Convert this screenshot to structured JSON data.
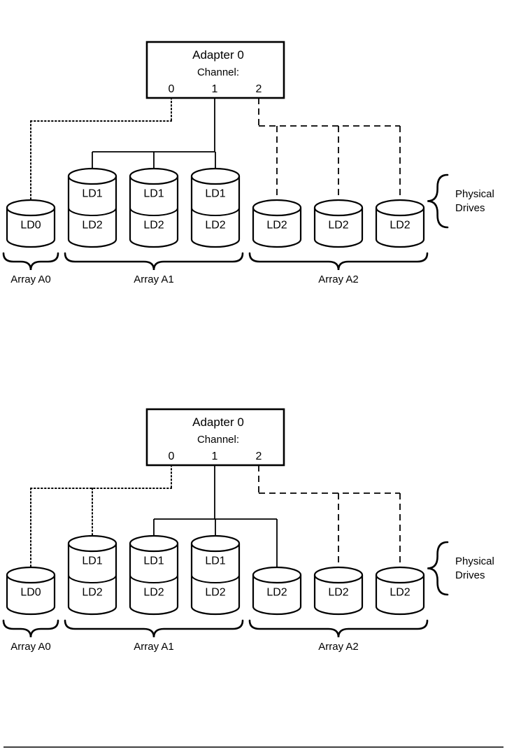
{
  "page": {
    "background": "#ffffff",
    "ink": "#000000",
    "footer_rule": true
  },
  "labels": {
    "physical_drives_line1": "Physical",
    "physical_drives_line2": "Drives"
  },
  "diagrams": [
    {
      "id": "diagram-top",
      "adapter": {
        "title": "Adapter 0",
        "subtitle": "Channel:",
        "channels": [
          "0",
          "1",
          "2"
        ]
      },
      "drives": [
        {
          "index": 0,
          "type": "single",
          "segments": [
            "LD0"
          ],
          "channel": "0"
        },
        {
          "index": 1,
          "type": "stacked",
          "segments": [
            "LD1",
            "LD2"
          ],
          "channel": "1"
        },
        {
          "index": 2,
          "type": "stacked",
          "segments": [
            "LD1",
            "LD2"
          ],
          "channel": "1"
        },
        {
          "index": 3,
          "type": "stacked",
          "segments": [
            "LD1",
            "LD2"
          ],
          "channel": "1"
        },
        {
          "index": 4,
          "type": "single",
          "segments": [
            "LD2"
          ],
          "channel": "2"
        },
        {
          "index": 5,
          "type": "single",
          "segments": [
            "LD2"
          ],
          "channel": "2"
        },
        {
          "index": 6,
          "type": "single",
          "segments": [
            "LD2"
          ],
          "channel": "2"
        }
      ],
      "arrays": [
        {
          "name": "Array A0",
          "drives": [
            0
          ]
        },
        {
          "name": "Array A1",
          "drives": [
            1,
            2,
            3
          ]
        },
        {
          "name": "Array A2",
          "drives": [
            4,
            5,
            6
          ]
        }
      ]
    },
    {
      "id": "diagram-bottom",
      "adapter": {
        "title": "Adapter 0",
        "subtitle": "Channel:",
        "channels": [
          "0",
          "1",
          "2"
        ]
      },
      "drives": [
        {
          "index": 0,
          "type": "single",
          "segments": [
            "LD0"
          ],
          "channel": "0"
        },
        {
          "index": 1,
          "type": "stacked",
          "segments": [
            "LD1",
            "LD2"
          ],
          "channel": "0"
        },
        {
          "index": 2,
          "type": "stacked",
          "segments": [
            "LD1",
            "LD2"
          ],
          "channel": "1"
        },
        {
          "index": 3,
          "type": "stacked",
          "segments": [
            "LD1",
            "LD2"
          ],
          "channel": "1"
        },
        {
          "index": 4,
          "type": "single",
          "segments": [
            "LD2"
          ],
          "channel": "1"
        },
        {
          "index": 5,
          "type": "single",
          "segments": [
            "LD2"
          ],
          "channel": "2"
        },
        {
          "index": 6,
          "type": "single",
          "segments": [
            "LD2"
          ],
          "channel": "2"
        }
      ],
      "arrays": [
        {
          "name": "Array A0",
          "drives": [
            0
          ]
        },
        {
          "name": "Array A1",
          "drives": [
            1,
            2,
            3
          ]
        },
        {
          "name": "Array A2",
          "drives": [
            4,
            5,
            6
          ]
        }
      ]
    }
  ],
  "channel_styles": {
    "0": "dotted",
    "1": "solid",
    "2": "dashed"
  }
}
